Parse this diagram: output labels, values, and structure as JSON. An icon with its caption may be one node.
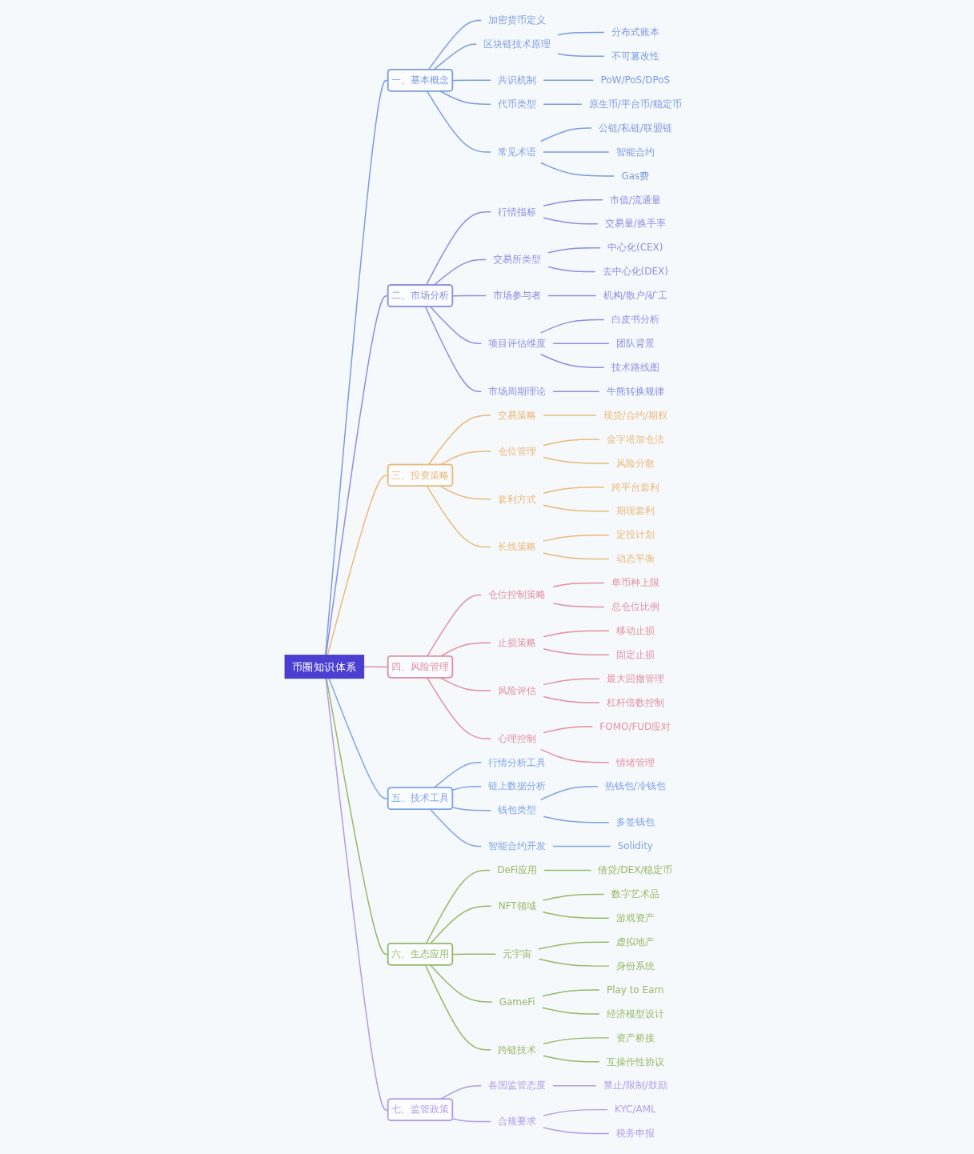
{
  "diagram": {
    "nodes": [
      {
        "text": [
          "币圈知识体系"
        ]
      },
      {
        "text": [
          "一、基本概念"
        ]
      },
      {
        "text": [
          "加密货币定义"
        ]
      },
      {
        "text": [
          "区块链技术原理"
        ]
      },
      {
        "text": [
          "分布式账本"
        ]
      },
      {
        "text": [
          "不可篡改性"
        ]
      },
      {
        "text": [
          "共识机制"
        ]
      },
      {
        "text": [
          "PoW/PoS/DPoS"
        ]
      },
      {
        "text": [
          "代币类型"
        ]
      },
      {
        "text": [
          "原生币/平台币/稳定币"
        ]
      },
      {
        "text": [
          "常见术语"
        ]
      },
      {
        "text": [
          "公链/私链/联盟链"
        ]
      },
      {
        "text": [
          "智能合约"
        ]
      },
      {
        "text": [
          "Gas费"
        ]
      },
      {
        "text": [
          "二、市场分析"
        ]
      },
      {
        "text": [
          "行情指标"
        ]
      },
      {
        "text": [
          "市值/流通量"
        ]
      },
      {
        "text": [
          "交易量/换手率"
        ]
      },
      {
        "text": [
          "交易所类型"
        ]
      },
      {
        "text": [
          "中心化(CEX)"
        ]
      },
      {
        "text": [
          "去中心化(DEX)"
        ]
      },
      {
        "text": [
          "市场参与者"
        ]
      },
      {
        "text": [
          "机构/散户/矿工"
        ]
      },
      {
        "text": [
          "项目评估维度"
        ]
      },
      {
        "text": [
          "白皮书分析"
        ]
      },
      {
        "text": [
          "团队背景"
        ]
      },
      {
        "text": [
          "技术路线图"
        ]
      },
      {
        "text": [
          "市场周期理论"
        ]
      },
      {
        "text": [
          "牛熊转换规律"
        ]
      },
      {
        "text": [
          "三、投资策略"
        ]
      },
      {
        "text": [
          "交易策略"
        ]
      },
      {
        "text": [
          "现货/合约/期权"
        ]
      },
      {
        "text": [
          "仓位管理"
        ]
      },
      {
        "text": [
          "金字塔加仓法"
        ]
      },
      {
        "text": [
          "风险分散"
        ]
      },
      {
        "text": [
          "套利方式"
        ]
      },
      {
        "text": [
          "跨平台套利"
        ]
      },
      {
        "text": [
          "期现套利"
        ]
      },
      {
        "text": [
          "长线策略"
        ]
      },
      {
        "text": [
          "定投计划"
        ]
      },
      {
        "text": [
          "动态平衡"
        ]
      },
      {
        "text": [
          "四、风险管理"
        ]
      },
      {
        "text": [
          "仓位控制策略"
        ]
      },
      {
        "text": [
          "单币种上限"
        ]
      },
      {
        "text": [
          "总仓位比例"
        ]
      },
      {
        "text": [
          "止损策略"
        ]
      },
      {
        "text": [
          "移动止损"
        ]
      },
      {
        "text": [
          "固定止损"
        ]
      },
      {
        "text": [
          "风险评估"
        ]
      },
      {
        "text": [
          "最大回撤管理"
        ]
      },
      {
        "text": [
          "杠杆倍数控制"
        ]
      },
      {
        "text": [
          "心理控制"
        ]
      },
      {
        "text": [
          "FOMO/FUD应对"
        ]
      },
      {
        "text": [
          "情绪管理"
        ]
      },
      {
        "text": [
          "五、技术工具"
        ]
      },
      {
        "text": [
          "行情分析工具"
        ]
      },
      {
        "text": [
          "链上数据分析"
        ]
      },
      {
        "text": [
          "钱包类型"
        ]
      },
      {
        "text": [
          "热钱包/冷钱包"
        ]
      },
      {
        "text": [
          "多签钱包"
        ]
      },
      {
        "text": [
          "智能合约开发"
        ]
      },
      {
        "text": [
          "Solidity"
        ]
      },
      {
        "text": [
          "六、生态应用"
        ]
      },
      {
        "text": [
          "DeFi应用"
        ]
      },
      {
        "text": [
          "借贷/DEX/稳定币"
        ]
      },
      {
        "text": [
          "NFT领域"
        ]
      },
      {
        "text": [
          "数字艺术品"
        ]
      },
      {
        "text": [
          "游戏资产"
        ]
      },
      {
        "text": [
          "元宇宙"
        ]
      },
      {
        "text": [
          "虚拟地产"
        ]
      },
      {
        "text": [
          "身份系统"
        ]
      },
      {
        "text": [
          "GameFi"
        ]
      },
      {
        "text": [
          "Play to Earn"
        ]
      },
      {
        "text": [
          "经济模型设计"
        ]
      },
      {
        "text": [
          "跨链技术"
        ]
      },
      {
        "text": [
          "资产桥接"
        ]
      },
      {
        "text": [
          "互操作性协议"
        ]
      },
      {
        "text": [
          "七、监管政策"
        ]
      },
      {
        "text": [
          "各国监管态度"
        ]
      },
      {
        "text": [
          "禁止/限制/鼓励"
        ]
      },
      {
        "text": [
          "合规要求"
        ]
      },
      {
        "text": [
          "KYC/AML"
        ]
      },
      {
        "text": [
          "税务申报"
        ]
      }
    ],
    "edges": [
      {
        "from": 0,
        "to": 1,
        "arrow": "none",
        "color": "#7b9be0"
      },
      {
        "from": 1,
        "to": 2,
        "arrow": "none",
        "color": "#7b9be0"
      },
      {
        "from": 1,
        "to": 3,
        "arrow": "none",
        "color": "#7b9be0"
      },
      {
        "from": 3,
        "to": 4,
        "arrow": "none",
        "color": "#7b9be0"
      },
      {
        "from": 3,
        "to": 5,
        "arrow": "none",
        "color": "#7b9be0"
      },
      {
        "from": 1,
        "to": 6,
        "arrow": "none",
        "color": "#7b9be0"
      },
      {
        "from": 6,
        "to": 7,
        "arrow": "none",
        "color": "#7b9be0"
      },
      {
        "from": 1,
        "to": 8,
        "arrow": "none",
        "color": "#7b9be0"
      },
      {
        "from": 8,
        "to": 9,
        "arrow": "none",
        "color": "#7b9be0"
      },
      {
        "from": 1,
        "to": 10,
        "arrow": "none",
        "color": "#7b9be0"
      },
      {
        "from": 10,
        "to": 11,
        "arrow": "none",
        "color": "#7b9be0"
      },
      {
        "from": 10,
        "to": 12,
        "arrow": "none",
        "color": "#7b9be0"
      },
      {
        "from": 10,
        "to": 13,
        "arrow": "none",
        "color": "#7b9be0"
      },
      {
        "from": 0,
        "to": 14,
        "arrow": "none",
        "color": "#8c8ee0"
      },
      {
        "from": 14,
        "to": 15,
        "arrow": "none",
        "color": "#8c8ee0"
      },
      {
        "from": 15,
        "to": 16,
        "arrow": "none",
        "color": "#8c8ee0"
      },
      {
        "from": 15,
        "to": 17,
        "arrow": "none",
        "color": "#8c8ee0"
      },
      {
        "from": 14,
        "to": 18,
        "arrow": "none",
        "color": "#8c8ee0"
      },
      {
        "from": 18,
        "to": 19,
        "arrow": "none",
        "color": "#8c8ee0"
      },
      {
        "from": 18,
        "to": 20,
        "arrow": "none",
        "color": "#8c8ee0"
      },
      {
        "from": 14,
        "to": 21,
        "arrow": "none",
        "color": "#8c8ee0"
      },
      {
        "from": 21,
        "to": 22,
        "arrow": "none",
        "color": "#8c8ee0"
      },
      {
        "from": 14,
        "to": 23,
        "arrow": "none",
        "color": "#8c8ee0"
      },
      {
        "from": 23,
        "to": 24,
        "arrow": "none",
        "color": "#8c8ee0"
      },
      {
        "from": 23,
        "to": 25,
        "arrow": "none",
        "color": "#8c8ee0"
      },
      {
        "from": 23,
        "to": 26,
        "arrow": "none",
        "color": "#8c8ee0"
      },
      {
        "from": 14,
        "to": 27,
        "arrow": "none",
        "color": "#8c8ee0"
      },
      {
        "from": 27,
        "to": 28,
        "arrow": "none",
        "color": "#8c8ee0"
      },
      {
        "from": 0,
        "to": 29,
        "arrow": "none",
        "color": "#eab878"
      },
      {
        "from": 29,
        "to": 30,
        "arrow": "none",
        "color": "#eab878"
      },
      {
        "from": 30,
        "to": 31,
        "arrow": "none",
        "color": "#eab878"
      },
      {
        "from": 29,
        "to": 32,
        "arrow": "none",
        "color": "#eab878"
      },
      {
        "from": 32,
        "to": 33,
        "arrow": "none",
        "color": "#eab878"
      },
      {
        "from": 32,
        "to": 34,
        "arrow": "none",
        "color": "#eab878"
      },
      {
        "from": 29,
        "to": 35,
        "arrow": "none",
        "color": "#eab878"
      },
      {
        "from": 35,
        "to": 36,
        "arrow": "none",
        "color": "#eab878"
      },
      {
        "from": 35,
        "to": 37,
        "arrow": "none",
        "color": "#eab878"
      },
      {
        "from": 29,
        "to": 38,
        "arrow": "none",
        "color": "#eab878"
      },
      {
        "from": 38,
        "to": 39,
        "arrow": "none",
        "color": "#eab878"
      },
      {
        "from": 38,
        "to": 40,
        "arrow": "none",
        "color": "#eab878"
      },
      {
        "from": 0,
        "to": 41,
        "arrow": "none",
        "color": "#e0909f"
      },
      {
        "from": 41,
        "to": 42,
        "arrow": "none",
        "color": "#e0909f"
      },
      {
        "from": 42,
        "to": 43,
        "arrow": "none",
        "color": "#e0909f"
      },
      {
        "from": 42,
        "to": 44,
        "arrow": "none",
        "color": "#e0909f"
      },
      {
        "from": 41,
        "to": 45,
        "arrow": "none",
        "color": "#e0909f"
      },
      {
        "from": 45,
        "to": 46,
        "arrow": "none",
        "color": "#e0909f"
      },
      {
        "from": 45,
        "to": 47,
        "arrow": "none",
        "color": "#e0909f"
      },
      {
        "from": 41,
        "to": 48,
        "arrow": "none",
        "color": "#e0909f"
      },
      {
        "from": 48,
        "to": 49,
        "arrow": "none",
        "color": "#e0909f"
      },
      {
        "from": 48,
        "to": 50,
        "arrow": "none",
        "color": "#e0909f"
      },
      {
        "from": 41,
        "to": 51,
        "arrow": "none",
        "color": "#e0909f"
      },
      {
        "from": 51,
        "to": 52,
        "arrow": "none",
        "color": "#e0909f"
      },
      {
        "from": 51,
        "to": 53,
        "arrow": "none",
        "color": "#e0909f"
      },
      {
        "from": 0,
        "to": 54,
        "arrow": "none",
        "color": "#7fa3e6"
      },
      {
        "from": 54,
        "to": 55,
        "arrow": "none",
        "color": "#7fa3e6"
      },
      {
        "from": 54,
        "to": 56,
        "arrow": "none",
        "color": "#7fa3e6"
      },
      {
        "from": 54,
        "to": 57,
        "arrow": "none",
        "color": "#7fa3e6"
      },
      {
        "from": 57,
        "to": 58,
        "arrow": "none",
        "color": "#7fa3e6"
      },
      {
        "from": 57,
        "to": 59,
        "arrow": "none",
        "color": "#7fa3e6"
      },
      {
        "from": 54,
        "to": 60,
        "arrow": "none",
        "color": "#7fa3e6"
      },
      {
        "from": 60,
        "to": 61,
        "arrow": "none",
        "color": "#7fa3e6"
      },
      {
        "from": 0,
        "to": 62,
        "arrow": "none",
        "color": "#96b865"
      },
      {
        "from": 62,
        "to": 63,
        "arrow": "none",
        "color": "#96b865"
      },
      {
        "from": 63,
        "to": 64,
        "arrow": "none",
        "color": "#96b865"
      },
      {
        "from": 62,
        "to": 65,
        "arrow": "none",
        "color": "#96b865"
      },
      {
        "from": 65,
        "to": 66,
        "arrow": "none",
        "color": "#96b865"
      },
      {
        "from": 65,
        "to": 67,
        "arrow": "none",
        "color": "#96b865"
      },
      {
        "from": 62,
        "to": 68,
        "arrow": "none",
        "color": "#96b865"
      },
      {
        "from": 68,
        "to": 69,
        "arrow": "none",
        "color": "#96b865"
      },
      {
        "from": 68,
        "to": 70,
        "arrow": "none",
        "color": "#96b865"
      },
      {
        "from": 62,
        "to": 71,
        "arrow": "none",
        "color": "#96b865"
      },
      {
        "from": 71,
        "to": 72,
        "arrow": "none",
        "color": "#96b865"
      },
      {
        "from": 71,
        "to": 73,
        "arrow": "none",
        "color": "#96b865"
      },
      {
        "from": 62,
        "to": 74,
        "arrow": "none",
        "color": "#96b865"
      },
      {
        "from": 74,
        "to": 75,
        "arrow": "none",
        "color": "#96b865"
      },
      {
        "from": 74,
        "to": 76,
        "arrow": "none",
        "color": "#96b865"
      },
      {
        "from": 0,
        "to": 77,
        "arrow": "none",
        "color": "#b09ce6"
      },
      {
        "from": 77,
        "to": 78,
        "arrow": "none",
        "color": "#b09ce6"
      },
      {
        "from": 78,
        "to": 79,
        "arrow": "none",
        "color": "#b09ce6"
      },
      {
        "from": 77,
        "to": 80,
        "arrow": "none",
        "color": "#b09ce6"
      },
      {
        "from": 80,
        "to": 81,
        "arrow": "none",
        "color": "#b09ce6"
      },
      {
        "from": 80,
        "to": 82,
        "arrow": "none",
        "color": "#b09ce6"
      }
    ]
  }
}
